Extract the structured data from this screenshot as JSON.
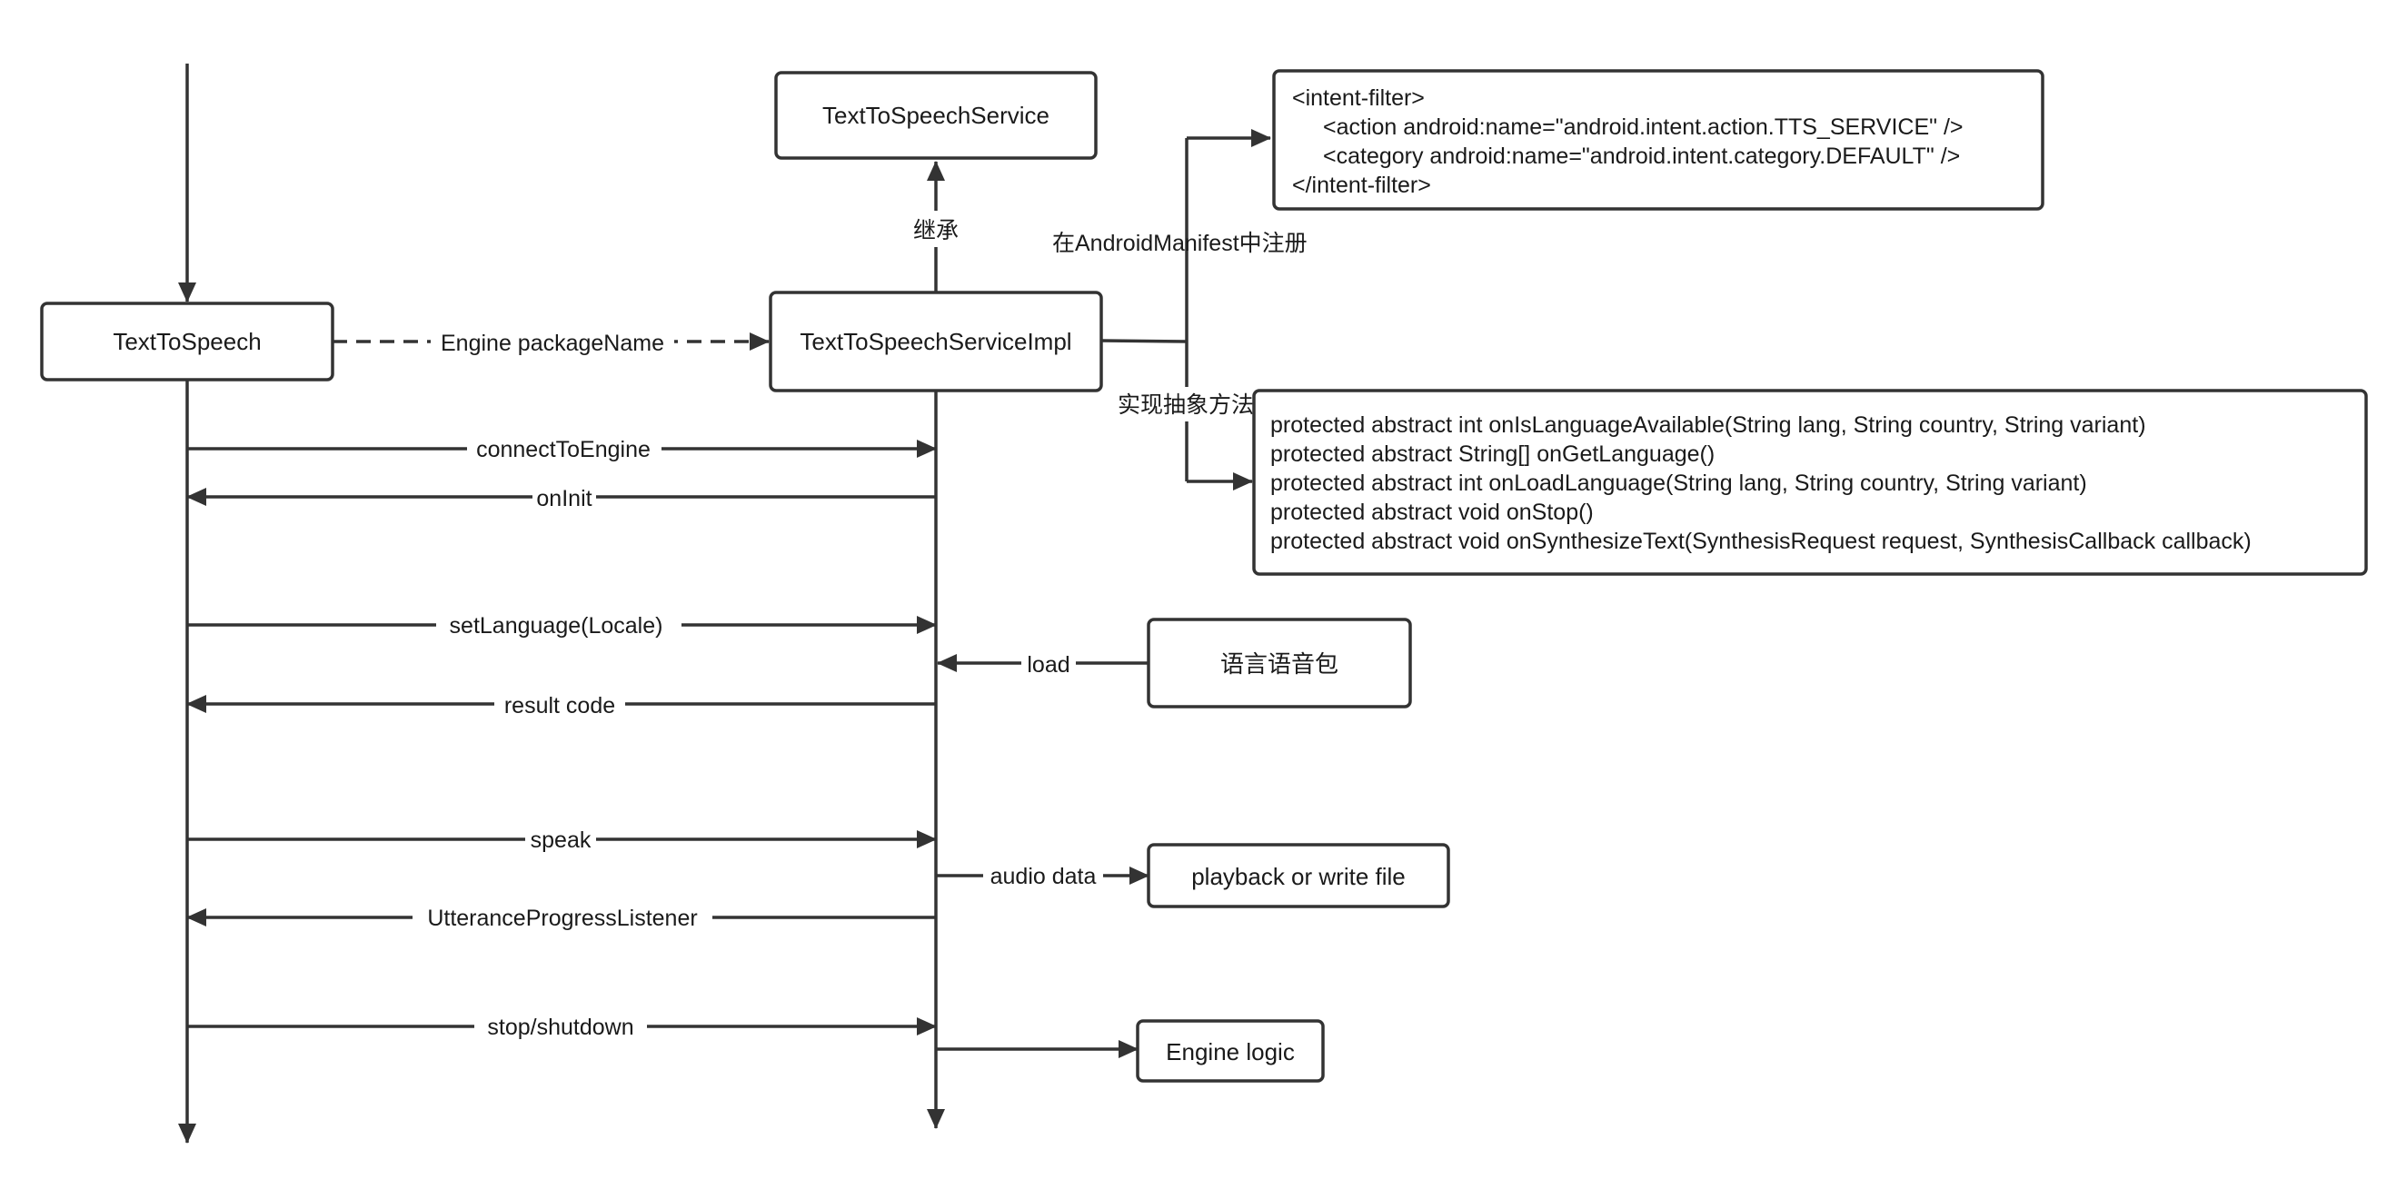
{
  "nodes": {
    "tts_service": "TextToSpeechService",
    "tts": "TextToSpeech",
    "tts_service_impl": "TextToSpeechServiceImpl",
    "language_pack": "语言语音包",
    "playback": "playback or write file",
    "engine_logic": "Engine logic"
  },
  "intent_filter": {
    "lines": [
      "<intent-filter>",
      "<action android:name=\"android.intent.action.TTS_SERVICE\" />",
      "<category android:name=\"android.intent.category.DEFAULT\" />",
      "</intent-filter>"
    ]
  },
  "abstract_methods": {
    "lines": [
      "protected abstract int onIsLanguageAvailable(String lang, String country, String variant)",
      "protected abstract String[] onGetLanguage()",
      "protected abstract int onLoadLanguage(String lang, String country, String variant)",
      "protected abstract void onStop()",
      "protected abstract void onSynthesizeText(SynthesisRequest request, SynthesisCallback callback)"
    ]
  },
  "edges": {
    "inherit": "继承",
    "register": "在AndroidManifest中注册",
    "implement": "实现抽象方法",
    "engine_package": "Engine packageName",
    "connect": "connectToEngine",
    "oninit": "onInit",
    "set_language": "setLanguage(Locale) ",
    "load": "load",
    "result_code": "result code",
    "speak": "speak",
    "audio_data": "audio data",
    "utterance": "UtteranceProgressListener",
    "stop": "stop/shutdown"
  }
}
